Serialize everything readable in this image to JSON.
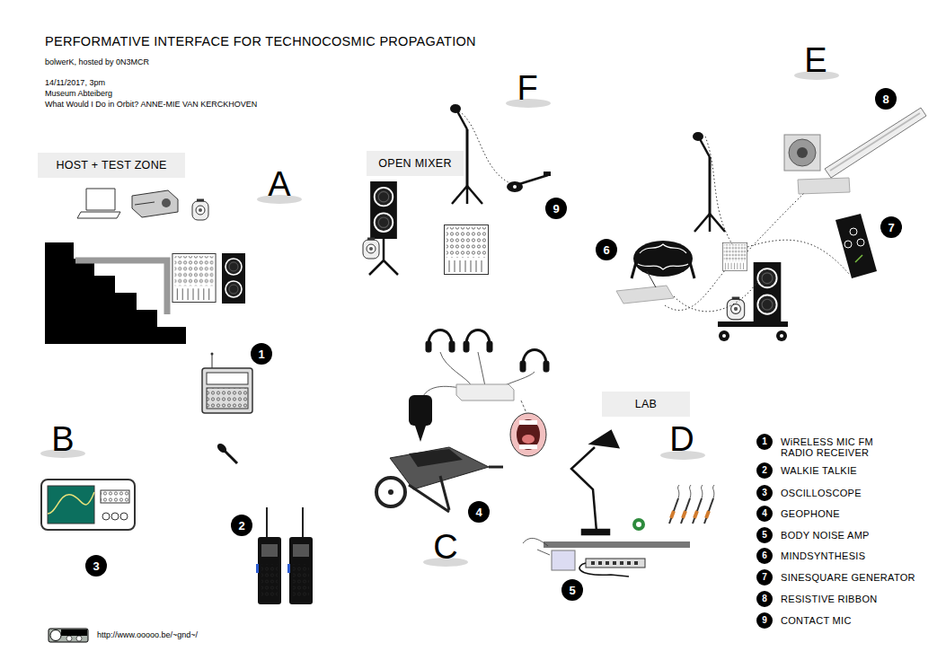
{
  "diagram": {
    "title": "PERFORMATIVE INTERFACE FOR TECHNOCOSMIC PROPAGATION",
    "nodes": [
      {
        "text": [
          "HOST + TEST ZONE"
        ]
      },
      {
        "text": [
          "OPEN MIXER"
        ]
      },
      {
        "text": [
          "LAB"
        ]
      }
    ],
    "labels": [
      "bolwerK, hosted by 0N3MCR",
      "14/11/2017, 3pm",
      "Museum Abteiberg",
      "What Would I Do in Orbit? ANNE-MIE VAN KERCKHOVEN",
      "A",
      "1",
      "B",
      "2",
      "3",
      "F",
      "9",
      "4",
      "C",
      "E",
      "8",
      "6",
      "7",
      "D",
      "5",
      "1",
      "2",
      "3",
      "4",
      "5",
      "6",
      "7",
      "8",
      "9",
      "http://www.ooooo.be/~gnd~/"
    ],
    "legend": [
      {
        "text": "WiRELESS MIC FM RADIO RECEIVER"
      },
      {
        "text": "WALKIE TALKIE"
      },
      {
        "text": "OSCILLOSCOPE"
      },
      {
        "text": "GEOPHONE"
      },
      {
        "text": "BODY NOISE AMP"
      },
      {
        "text": "MINDSYNTHESIS"
      },
      {
        "text": "SINESQUARE GENERATOR"
      },
      {
        "text": "RESISTIVE RIBBON"
      },
      {
        "text": "CONTACT MIC"
      }
    ]
  }
}
